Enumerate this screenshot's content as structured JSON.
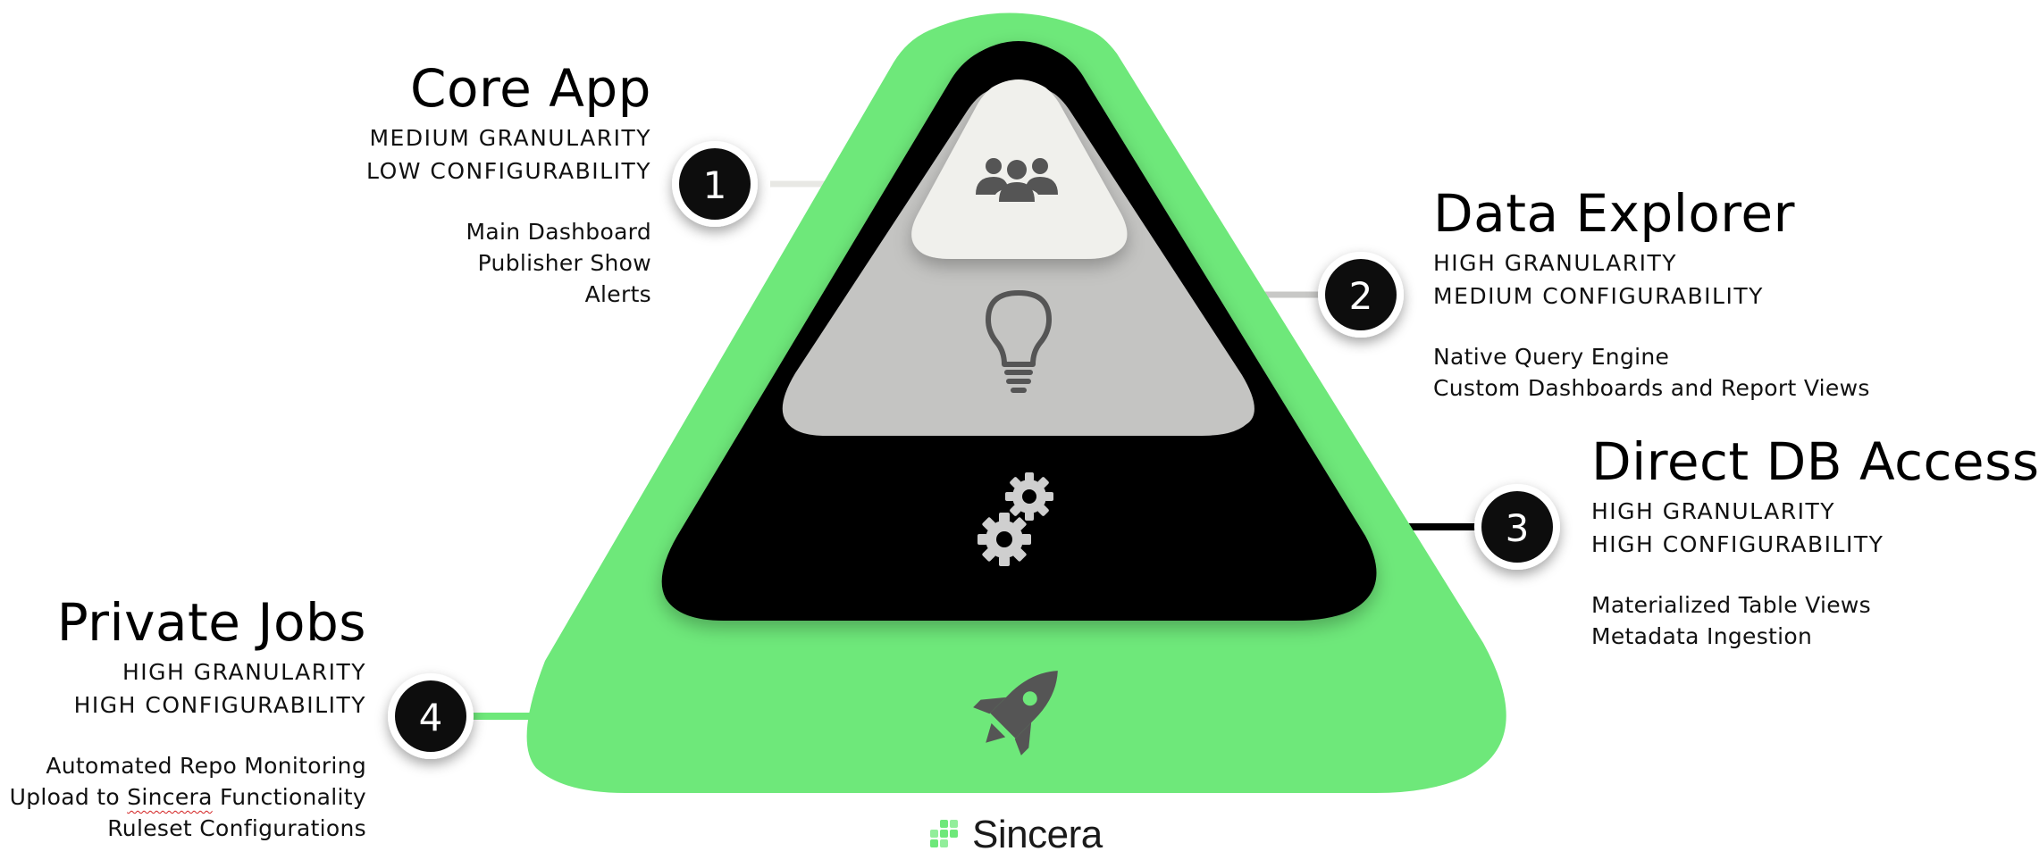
{
  "colors": {
    "green": "#6ee87a",
    "black": "#000000",
    "grey_tier": "#c4c4c2",
    "top_tier": "#f0f0ec",
    "icon_dark": "#555555",
    "icon_light": "#cfcfcf"
  },
  "tiers": [
    {
      "badge": "1",
      "title": "Core App",
      "granularity": "MEDIUM GRANULARITY",
      "configurability": "LOW CONFIGURABILITY",
      "items": [
        "Main Dashboard",
        "Publisher Show",
        "Alerts"
      ],
      "icon": "users-icon"
    },
    {
      "badge": "2",
      "title": "Data Explorer",
      "granularity": "HIGH GRANULARITY",
      "configurability": "MEDIUM CONFIGURABILITY",
      "items": [
        "Native Query Engine",
        "Custom Dashboards and Report Views"
      ],
      "icon": "lightbulb-icon"
    },
    {
      "badge": "3",
      "title": "Direct DB Access",
      "granularity": "HIGH GRANULARITY",
      "configurability": "HIGH CONFIGURABILITY",
      "items": [
        "Materialized Table Views",
        "Metadata Ingestion"
      ],
      "icon": "gears-icon"
    },
    {
      "badge": "4",
      "title": "Private Jobs",
      "granularity": "HIGH GRANULARITY",
      "configurability": "HIGH CONFIGURABILITY",
      "items": [
        "Automated Repo Monitoring",
        "Upload to ",
        "Sincera",
        " Functionality",
        "Ruleset Configurations"
      ],
      "icon": "rocket-icon"
    }
  ],
  "brand": {
    "name": "Sincera",
    "icon": "sincera-logo-icon"
  }
}
